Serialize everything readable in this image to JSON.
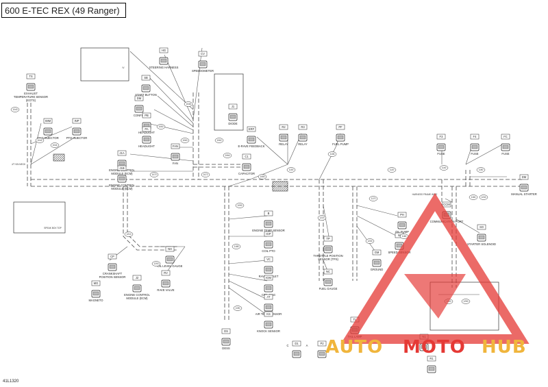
{
  "title": "600 E-TEC REX (49 Ranger)",
  "footer_code": "41L1320",
  "watermark": {
    "part1": "AUTO",
    "part2": "MOTO",
    "part3": "HUB",
    "color_gold": "#f0b53c",
    "color_red": "#e53935"
  },
  "components": [
    {
      "code": "TS",
      "label": "EXHAUST TEMPERATURE SENSOR (EGTS)"
    },
    {
      "code": "IMM",
      "label": "MAG INJECTOR"
    },
    {
      "code": "INP",
      "label": "PTO INJECTOR"
    },
    {
      "code": "HG",
      "label": "STEERING HARNESS"
    },
    {
      "code": "CV",
      "label": "SPEEDOMETER"
    },
    {
      "code": "SB",
      "label": "START BUTTON"
    },
    {
      "code": "DM",
      "label": "CONFIG"
    },
    {
      "code": "PB",
      "label": "HEADLIGHT"
    },
    {
      "code": "PA",
      "label": "HEADLIGHT"
    },
    {
      "code": "J1",
      "label": "DIODE"
    },
    {
      "code": "FAN",
      "label": "FAN"
    },
    {
      "code": "J1A",
      "label": "ENGINE CONTROL MODULE (ECM)"
    },
    {
      "code": "J1B",
      "label": "ENGINE CONTROL MODULE (ECM)"
    },
    {
      "code": "ERF",
      "label": "E-RAVE FEEDBACK"
    },
    {
      "code": "R2",
      "label": "RELAY"
    },
    {
      "code": "R3",
      "label": "RELAY"
    },
    {
      "code": "PF",
      "label": "FUEL PUMP"
    },
    {
      "code": "C1",
      "label": "CAPACITOR"
    },
    {
      "code": "F3",
      "label": "FUSE"
    },
    {
      "code": "F4",
      "label": "FUSE"
    },
    {
      "code": "FC",
      "label": "FUSE"
    },
    {
      "code": "DM",
      "label": "MANUAL STARTER"
    },
    {
      "code": "B",
      "label": "ENGINE TEMP SENSOR"
    },
    {
      "code": "IGP",
      "label": "COIL PTO"
    },
    {
      "code": "PH",
      "label": "OIL PUMP"
    },
    {
      "code": "CCM",
      "label": "COMMUNICATION PORT"
    },
    {
      "code": "W",
      "label": "SPEED SENSOR"
    },
    {
      "code": "SO",
      "label": "STARTER SOLENOID"
    },
    {
      "code": "CP",
      "label": "CRANKSHAFT POSITION SENSOR"
    },
    {
      "code": "J2",
      "label": "ENGINE CONTROL MODULE (ECM)"
    },
    {
      "code": "NH",
      "label": "OIL LEVEL GAUGE"
    },
    {
      "code": "VC",
      "label": "RAVE OUTLET"
    },
    {
      "code": "IGM",
      "label": "COIL MAG"
    },
    {
      "code": "TP",
      "label": "THROTTLE POSITION SENSOR (TPS)"
    },
    {
      "code": "GM",
      "label": "GROUND"
    },
    {
      "code": "MG",
      "label": "MAGNETO"
    },
    {
      "code": "RV",
      "label": "RAVE VALVE"
    },
    {
      "code": "AT",
      "label": "AIR TEMP SENSOR"
    },
    {
      "code": "KS",
      "label": "KNOCK SENSOR"
    },
    {
      "code": "NC",
      "label": "FUEL GAUGE"
    },
    {
      "code": "TL",
      "label": "TAIL LAMP"
    },
    {
      "code": "DS",
      "label": "DESS"
    },
    {
      "code": "D1",
      "label": ""
    },
    {
      "code": "P2",
      "label": ""
    },
    {
      "code": "N1",
      "label": ""
    },
    {
      "code": "R1",
      "label": ""
    }
  ],
  "misc_labels": {
    "ecm_left_tag": "J/T VIN NECK",
    "diode_c": "C",
    "diode_a": "A",
    "harness_tag": "HARNESS FRAME WIRE",
    "inset_tag": "SPEAK BOX TOP",
    "iv": "IV"
  },
  "wire_numbers": [
    "1040",
    "1042",
    "1044",
    "1048",
    "1050",
    "1060",
    "1062",
    "1064",
    "1070",
    "1072",
    "1080",
    "1090",
    "1100",
    "1106",
    "1120",
    "1140",
    "1150",
    "1160",
    "1170",
    "1180",
    "1185",
    "1190",
    "1200",
    "1210",
    "1220",
    "1230",
    "1240",
    "1250",
    "1260"
  ]
}
